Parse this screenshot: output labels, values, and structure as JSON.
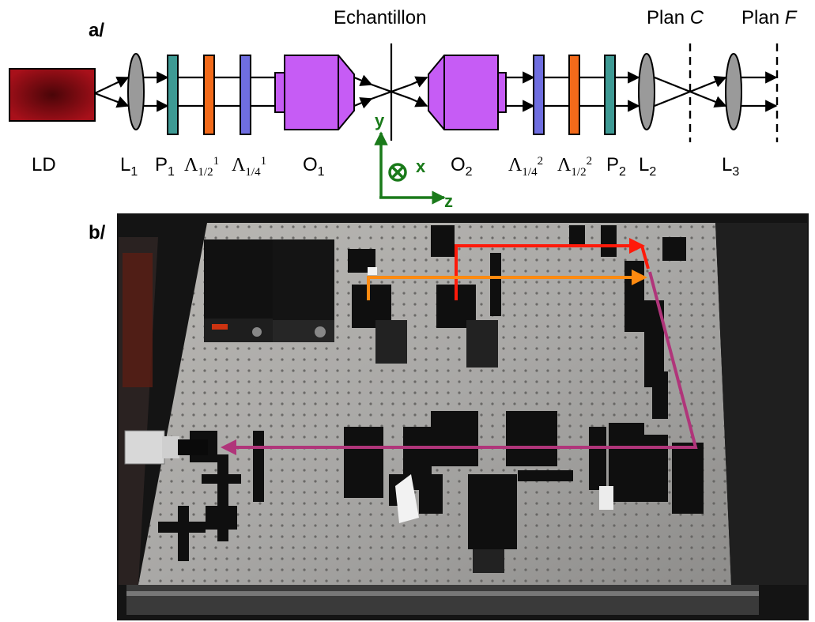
{
  "panel_a": {
    "label": "a/",
    "sample_label": "Echantillon",
    "plan_c": {
      "text": "Plan ",
      "italic": "C"
    },
    "plan_f": {
      "text": "Plan ",
      "italic": "F"
    },
    "components": {
      "ld": "LD",
      "l1": {
        "main": "L",
        "sub": "1"
      },
      "p1": {
        "main": "P",
        "sub": "1"
      },
      "hwp1": {
        "main": "Λ",
        "sub": "1/2",
        "sup": "1"
      },
      "qwp1": {
        "main": "Λ",
        "sub": "1/4",
        "sup": "1"
      },
      "o1": {
        "main": "O",
        "sub": "1"
      },
      "o2": {
        "main": "O",
        "sub": "2"
      },
      "qwp2": {
        "main": "Λ",
        "sub": "1/4",
        "sup": "2"
      },
      "hwp2": {
        "main": "Λ",
        "sub": "1/2",
        "sup": "2"
      },
      "p2": {
        "main": "P",
        "sub": "2"
      },
      "l2": {
        "main": "L",
        "sub": "2"
      },
      "l3": {
        "main": "L",
        "sub": "3"
      }
    },
    "axes": {
      "x": "x",
      "y": "y",
      "z": "z"
    },
    "colors": {
      "laser_diode": "#8c0a12",
      "lens": "#9a9a9a",
      "polarizer": "#3e9a94",
      "half_wave_plate": "#f26a1a",
      "quarter_wave_plate": "#6f6ee0",
      "objective": "#c65cf5",
      "axes": "#1a7a1a"
    }
  },
  "panel_b": {
    "label": "b/",
    "photo_description_colors": {
      "red_path": "#ff1a0a",
      "orange_path": "#ff8a10",
      "purple_path": "#b0357a"
    }
  }
}
